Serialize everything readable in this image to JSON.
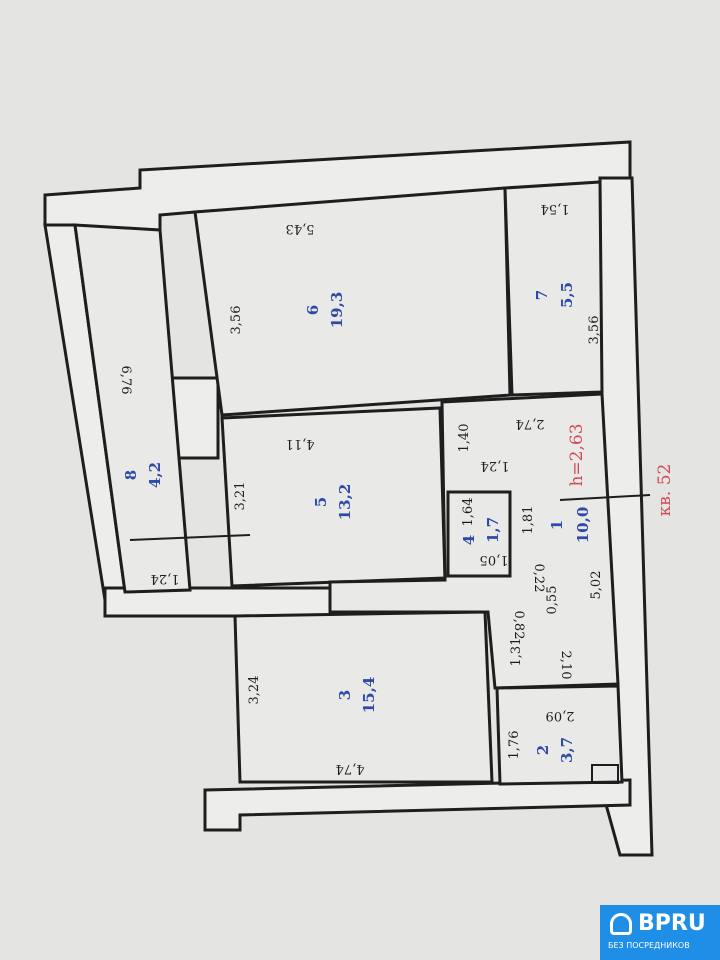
{
  "plan": {
    "apartment_label": "кв. 52",
    "ceiling_height": "h=2,63",
    "rooms": [
      {
        "number": "1",
        "area": "10,0"
      },
      {
        "number": "2",
        "area": "3,7"
      },
      {
        "number": "3",
        "area": "15,4"
      },
      {
        "number": "4",
        "area": "1,7"
      },
      {
        "number": "5",
        "area": "13,2"
      },
      {
        "number": "6",
        "area": "19,3"
      },
      {
        "number": "7",
        "area": "5,5"
      },
      {
        "number": "8",
        "area": "4,2"
      }
    ],
    "dimensions": {
      "d543": "5,43",
      "d154": "1,54",
      "d356a": "3,56",
      "d356b": "3,56",
      "d676": "6,76",
      "d411": "4,11",
      "d140": "1,40",
      "d274": "2,74",
      "d321": "3,21",
      "d124a": "1,24",
      "d124b": "1,24",
      "d164": "1,64",
      "d105": "1,05",
      "d181": "1,81",
      "d022": "0,22",
      "d055": "0,55",
      "d502": "5,02",
      "d082": "0,82",
      "d131": "1,31",
      "d210": "2,10",
      "d324": "3,24",
      "d209": "2,09",
      "d176": "1,76",
      "d474": "4,74"
    }
  },
  "logo": {
    "brand": "BPRU",
    "tagline": "БЕЗ ПОСРЕДНИКОВ"
  }
}
